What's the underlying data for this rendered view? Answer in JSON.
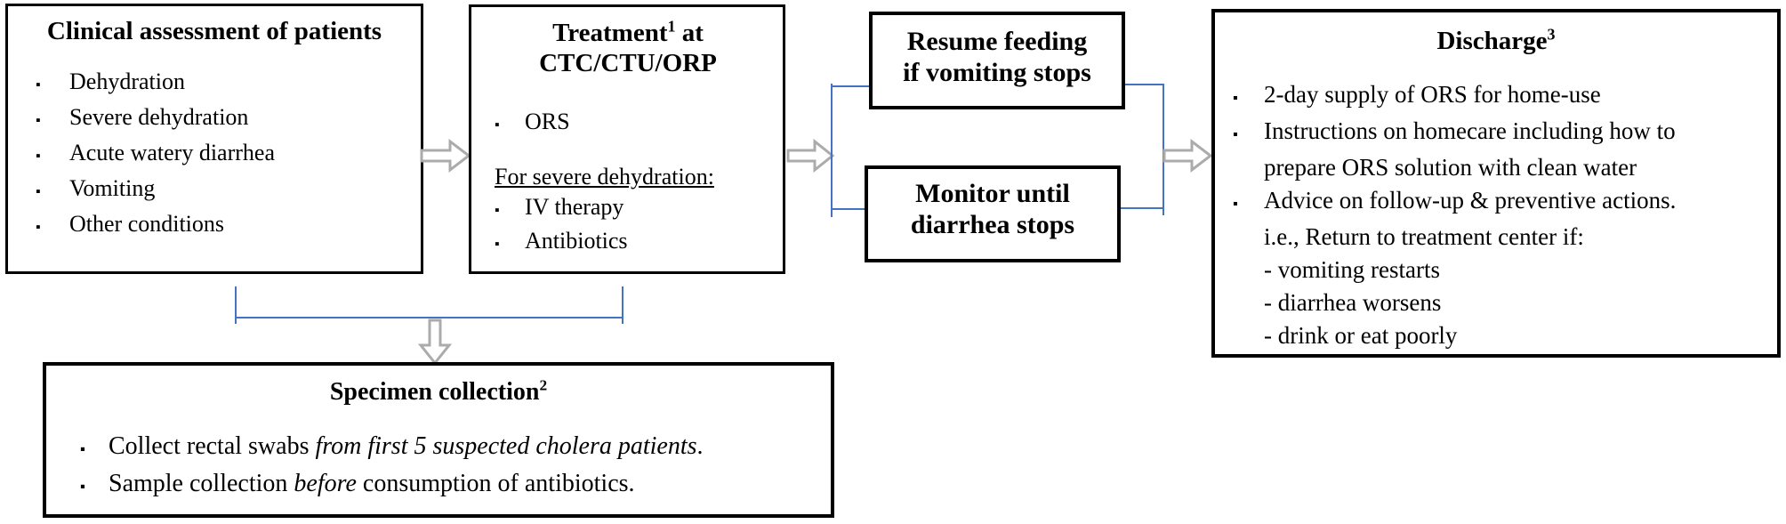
{
  "ui": {
    "bullet_char": "▪"
  },
  "colors": {
    "accent_blue": "#4472c4",
    "arrow_gray": "#ababab",
    "box_border": "#000000",
    "text": "#000000",
    "background": "#ffffff"
  },
  "boxes": {
    "clinical": {
      "title": "Clinical assessment of patients",
      "items": [
        "Dehydration",
        "Severe dehydration",
        "Acute watery diarrhea",
        "Vomiting",
        "Other conditions"
      ]
    },
    "treatment": {
      "title_word": "Treatment",
      "title_sup": "1",
      "title_after": " at",
      "title_line2": "CTC/CTU/ORP",
      "item_ors": "ORS",
      "subheading": "For severe dehydration:",
      "sub_items": [
        "IV therapy",
        "Antibiotics"
      ]
    },
    "resume": {
      "line1": "Resume feeding",
      "line2": "if vomiting stops"
    },
    "monitor": {
      "line1": "Monitor until",
      "line2": "diarrhea stops"
    },
    "discharge": {
      "title_word": "Discharge",
      "title_sup": "3",
      "bullet1": "2-day supply of ORS for home-use",
      "bullet2_line1": "Instructions on homecare including how to",
      "bullet2_line2": "prepare ORS solution with clean water",
      "bullet3": "Advice on follow-up & preventive actions.",
      "followup_intro": "i.e., Return to treatment center if:",
      "followup1": "- vomiting restarts",
      "followup2": "- diarrhea worsens",
      "followup3": "- drink or eat poorly"
    },
    "specimen": {
      "title_word": "Specimen collection",
      "title_sup": "2",
      "bullet1_pre": "Collect rectal swabs ",
      "bullet1_italic": "from first 5 suspected cholera patients",
      "bullet1_post": ".",
      "bullet2_pre": "Sample collection ",
      "bullet2_italic": "before",
      "bullet2_post": " consumption of antibiotics."
    }
  }
}
